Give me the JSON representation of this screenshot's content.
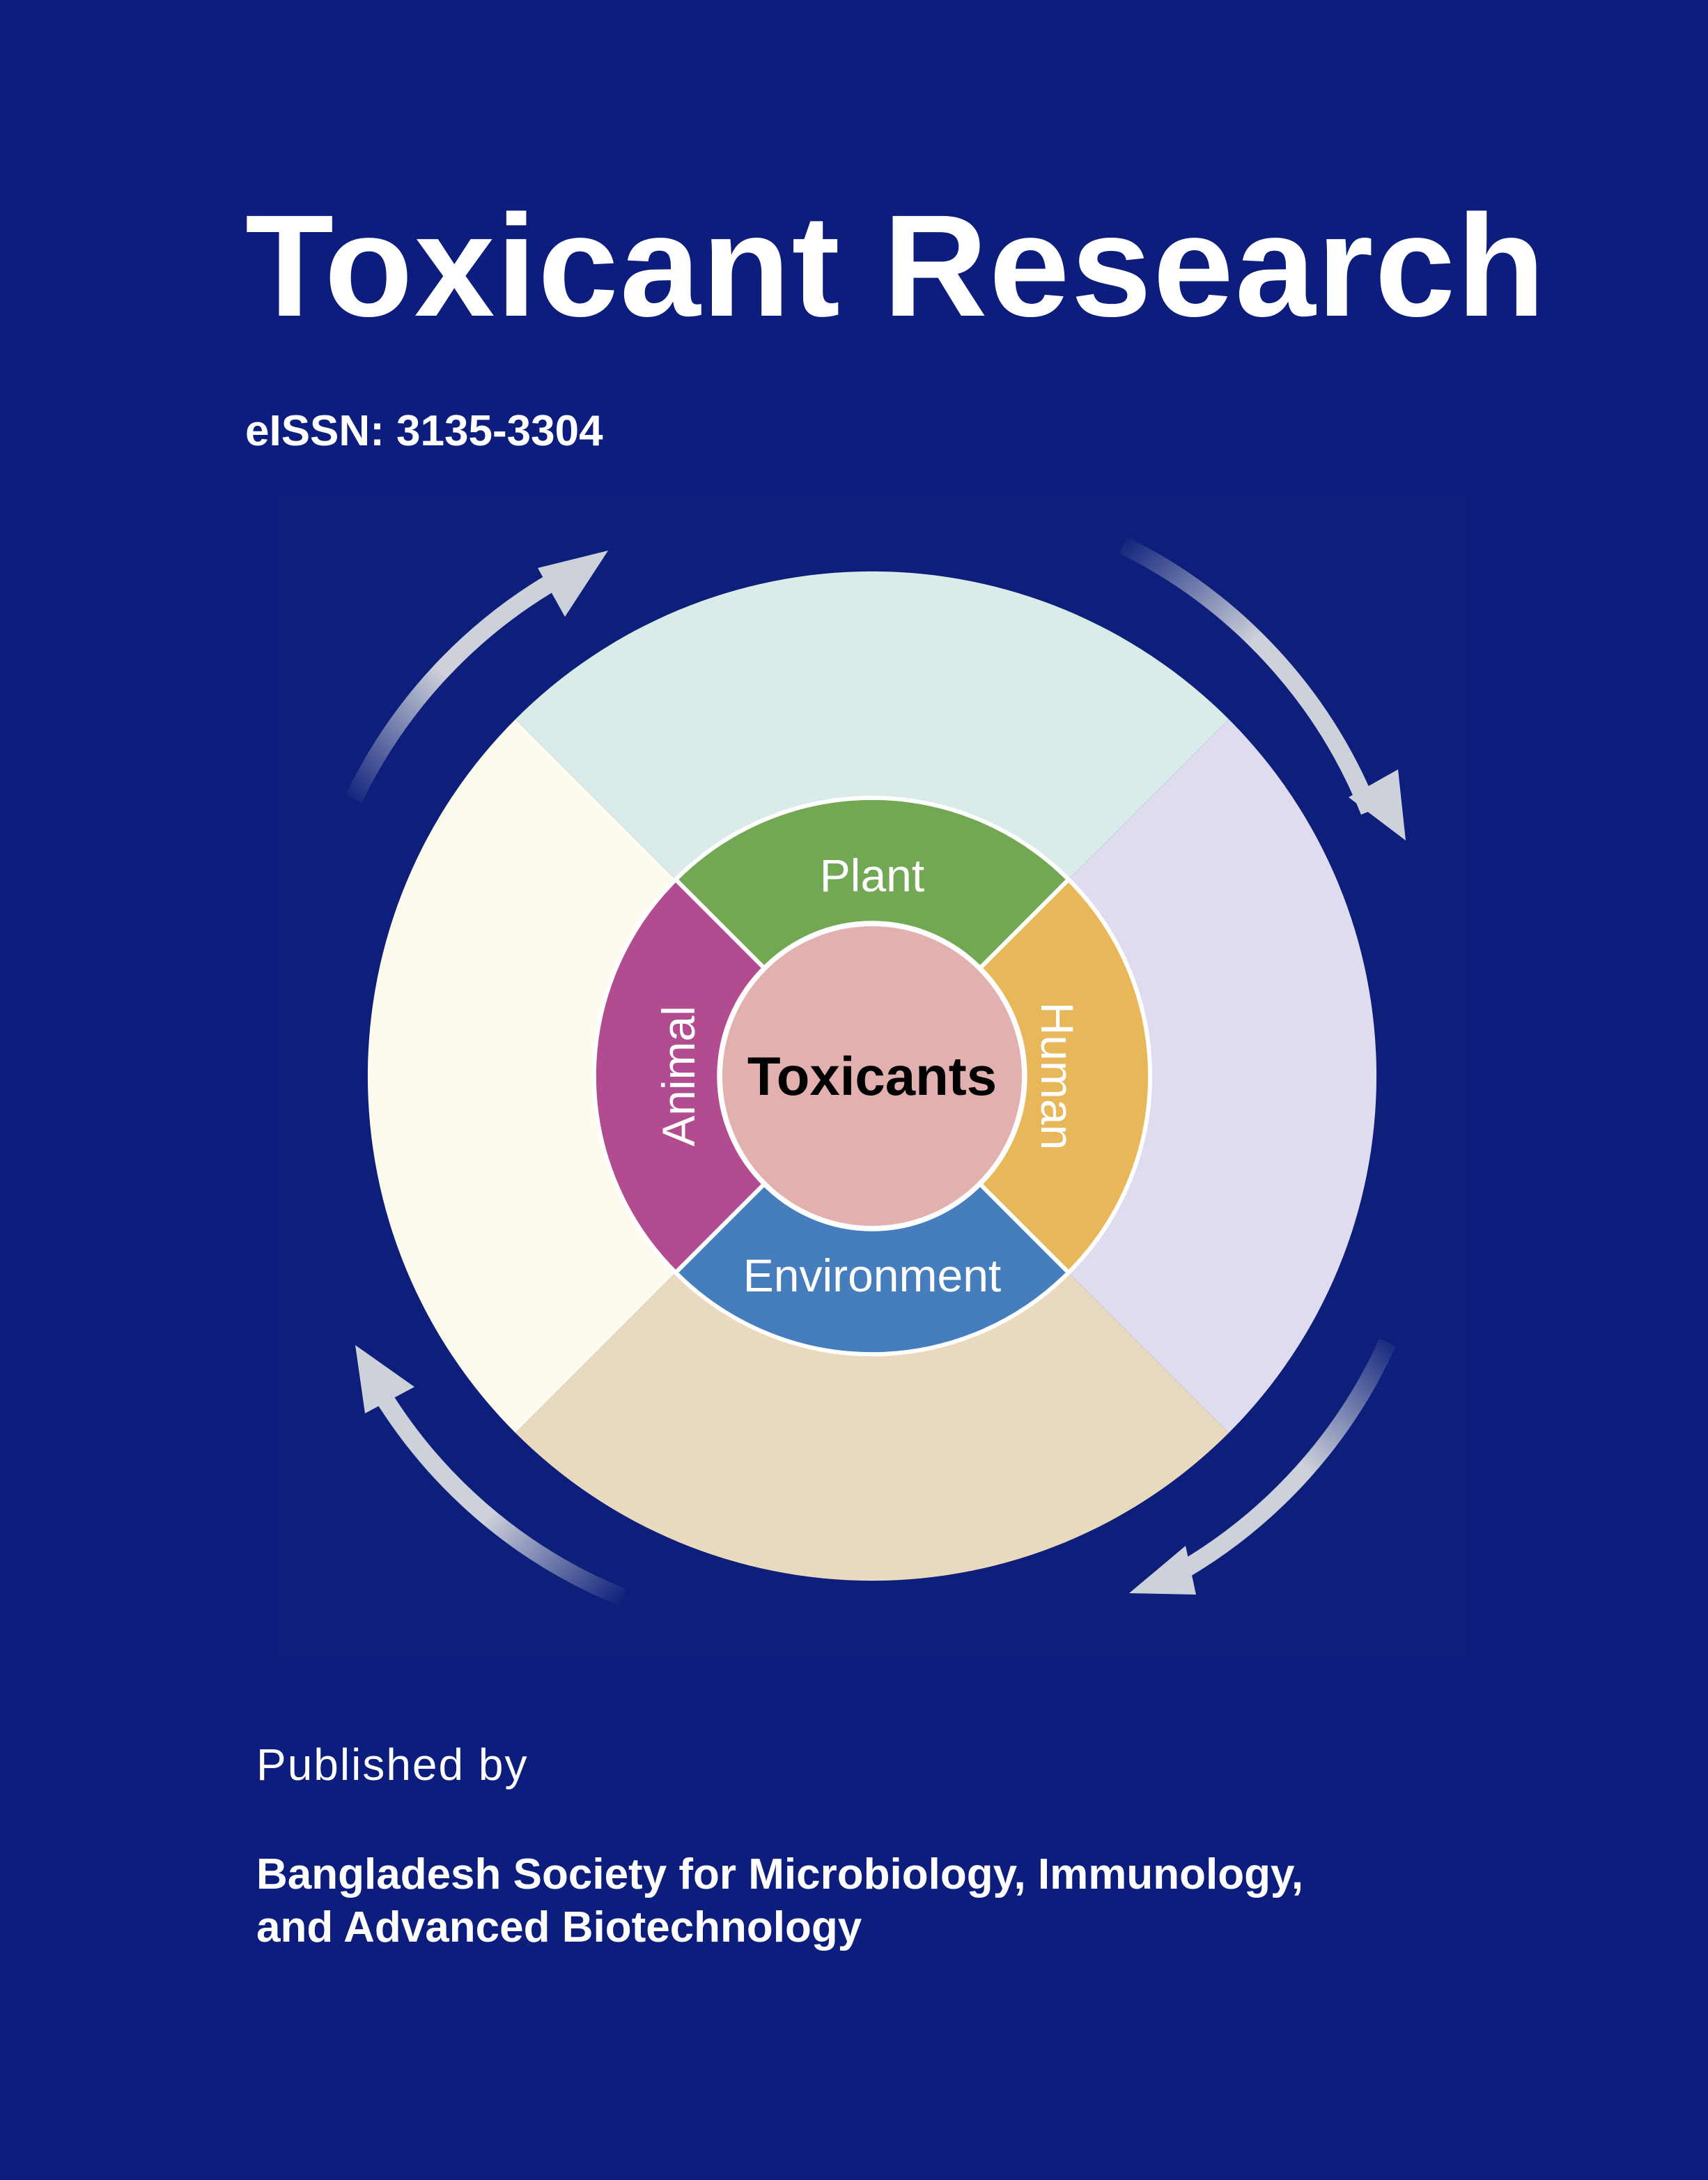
{
  "cover": {
    "title": "Toxicant Research",
    "eissn": "eISSN: 3135-3304",
    "published_by_label": "Published by",
    "publisher_lines": [
      "Bangladesh Society for Microbiology, Immunology,",
      "and Advanced Biotechnology"
    ]
  },
  "figure": {
    "center_label": "Toxicants",
    "segments": {
      "top": "Plant",
      "right": "Human",
      "bottom": "Environment",
      "left": "Animal"
    }
  },
  "colors": {
    "background": "#0c1d7e",
    "text": "#ffffff",
    "outer_top": "#d9ecea",
    "outer_right": "#dedcee",
    "outer_bottom": "#e8d9bf",
    "outer_left": "#fdfaee",
    "plant": "#72a853",
    "human": "#e7b75a",
    "environment": "#467ebd",
    "animal": "#b34b91",
    "core": "#e2b0af",
    "arrow": "#cdd1da"
  }
}
